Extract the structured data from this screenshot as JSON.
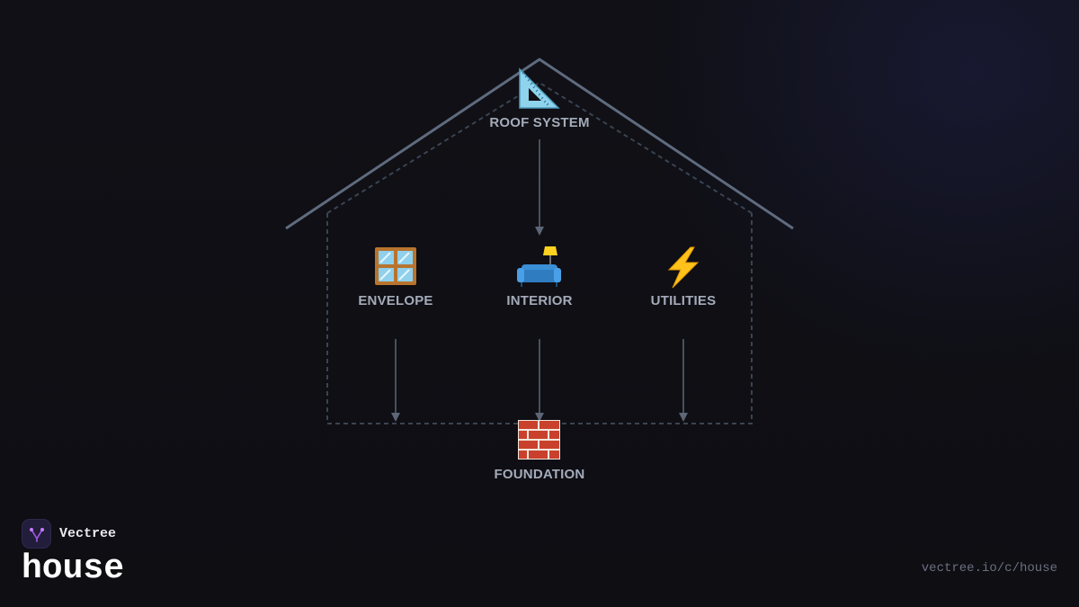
{
  "brand": {
    "name": "Vectree",
    "logo_icon": "vectree-branch-icon",
    "accent_color": "#a259e6"
  },
  "diagram": {
    "title": "house",
    "url": "vectree.io/c/house",
    "nodes": {
      "roof": {
        "label": "ROOF SYSTEM",
        "icon": "triangular-ruler-icon",
        "glyph": "📐"
      },
      "envelope": {
        "label": "ENVELOPE",
        "icon": "window-icon",
        "glyph": "🪟"
      },
      "interior": {
        "label": "INTERIOR",
        "icon": "couch-and-lamp-icon",
        "glyph": "🛋️"
      },
      "utilities": {
        "label": "UTILITIES",
        "icon": "lightning-bolt-icon",
        "glyph": "⚡"
      },
      "foundation": {
        "label": "FOUNDATION",
        "icon": "brick-icon",
        "glyph": "🧱"
      }
    },
    "edges": [
      {
        "from": "roof",
        "to": "interior"
      },
      {
        "from": "envelope",
        "to": "foundation"
      },
      {
        "from": "interior",
        "to": "foundation"
      },
      {
        "from": "utilities",
        "to": "foundation"
      }
    ],
    "colors": {
      "roof_line": "#5f6b7e",
      "dashed_outline": "#3a4452",
      "arrow": "#5c6676",
      "label": "#a4abb9"
    }
  }
}
